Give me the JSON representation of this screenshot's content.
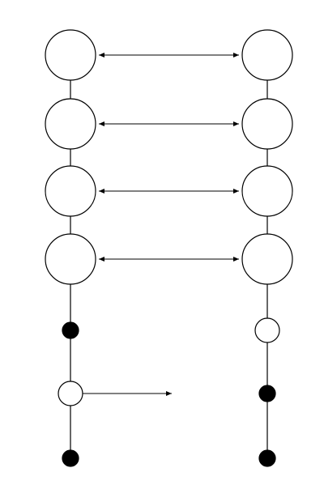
{
  "diagram": {
    "background": "#ffffff",
    "stroke_color": "#000000",
    "filled_node_color": "#000000",
    "hollow_node_color": "#ffffff",
    "columns": {
      "left": [
        {
          "id": "L1",
          "kind": "large-circle",
          "fill": "hollow"
        },
        {
          "id": "L2",
          "kind": "large-circle",
          "fill": "hollow"
        },
        {
          "id": "L3",
          "kind": "large-circle",
          "fill": "hollow"
        },
        {
          "id": "L4",
          "kind": "large-circle",
          "fill": "hollow"
        },
        {
          "id": "L5",
          "kind": "small-dot",
          "fill": "filled"
        },
        {
          "id": "L6",
          "kind": "small-dot",
          "fill": "hollow"
        },
        {
          "id": "L7",
          "kind": "small-dot",
          "fill": "filled"
        }
      ],
      "right": [
        {
          "id": "R1",
          "kind": "large-circle",
          "fill": "hollow"
        },
        {
          "id": "R2",
          "kind": "large-circle",
          "fill": "hollow"
        },
        {
          "id": "R3",
          "kind": "large-circle",
          "fill": "hollow"
        },
        {
          "id": "R4",
          "kind": "large-circle",
          "fill": "hollow"
        },
        {
          "id": "R5",
          "kind": "small-dot",
          "fill": "hollow"
        },
        {
          "id": "R6",
          "kind": "small-dot",
          "fill": "filled"
        },
        {
          "id": "R7",
          "kind": "small-dot",
          "fill": "filled"
        }
      ]
    },
    "links": [
      {
        "from": "L1",
        "to": "R1",
        "type": "double-arrow"
      },
      {
        "from": "L2",
        "to": "R2",
        "type": "double-arrow"
      },
      {
        "from": "L3",
        "to": "R3",
        "type": "double-arrow"
      },
      {
        "from": "L4",
        "to": "R4",
        "type": "double-arrow"
      },
      {
        "from": "L6",
        "to": "none",
        "type": "single-arrow"
      }
    ]
  }
}
